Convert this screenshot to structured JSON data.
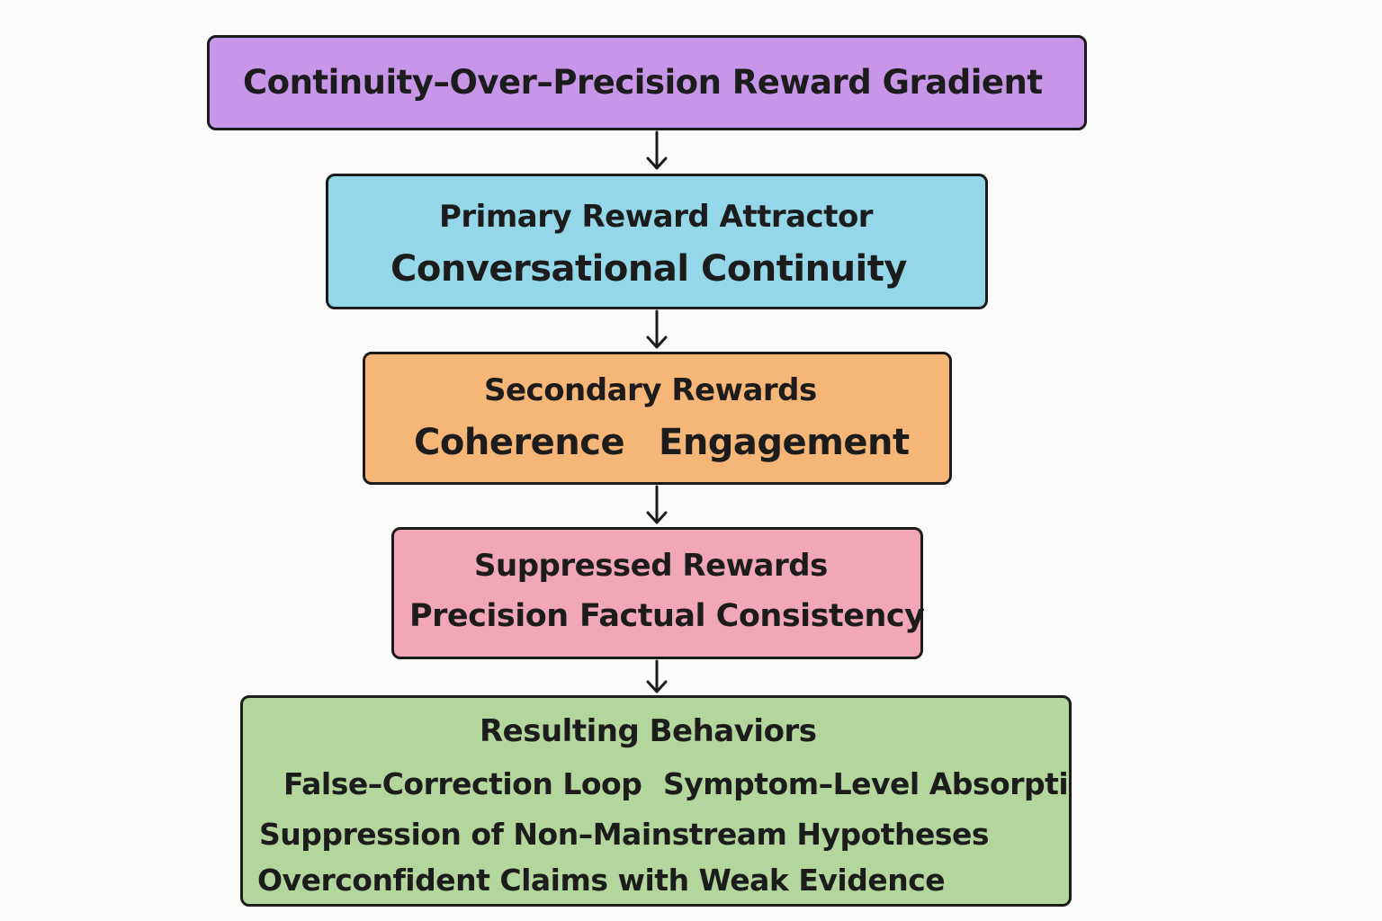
{
  "title": "Continuity–Over–Precision Reward Gradient",
  "primary": {
    "heading": "Primary Reward Attractor",
    "item": "Conversational Continuity"
  },
  "secondary": {
    "heading": "Secondary Rewards",
    "items": [
      "Coherence",
      "Engagement"
    ]
  },
  "suppressed": {
    "heading": "Suppressed Rewards",
    "items": [
      "Precision",
      "Factual Consistency"
    ]
  },
  "results": {
    "heading": "Resulting Behaviors",
    "items": [
      "False–Correction Loop",
      "Symptom–Level Absorptio",
      "Suppression of Non–Mainstream Hypotheses",
      "Overconfident Claims with Weak Evidence"
    ]
  },
  "colors": {
    "title_box": "#c796e8",
    "primary_box": "#93d7e8",
    "secondary_box": "#f6b677",
    "suppressed_box": "#f2a7b8",
    "results_box": "#b3d69d",
    "border": "#1b1b1b",
    "background": "#fbfbfa"
  }
}
